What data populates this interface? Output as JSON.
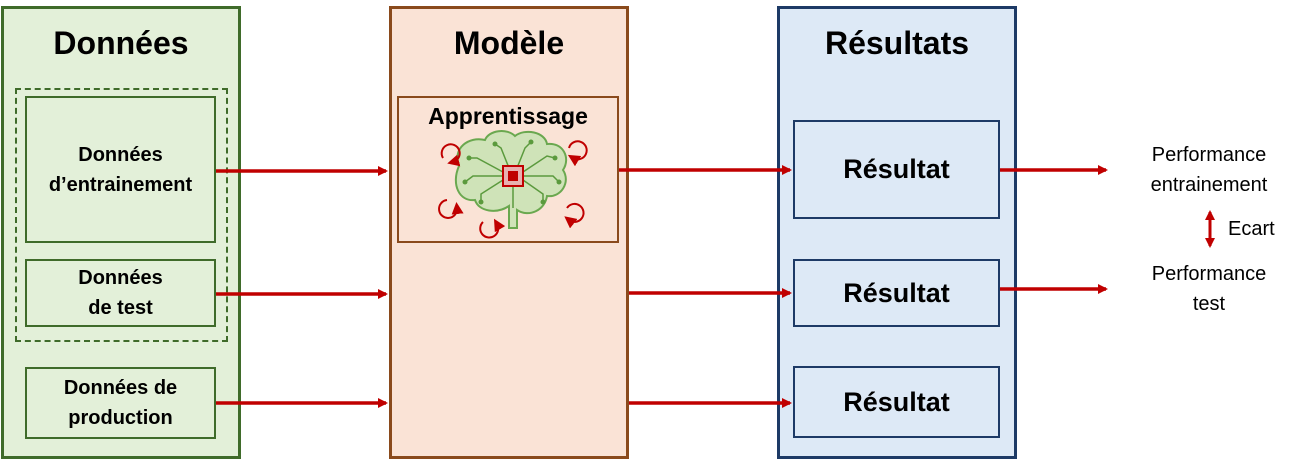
{
  "columns": {
    "donnees": {
      "title": "Données"
    },
    "modele": {
      "title": "Modèle"
    },
    "resultats": {
      "title": "Résultats"
    }
  },
  "donnees": {
    "train": {
      "line1": "Données",
      "line2": "d’entrainement"
    },
    "test": {
      "line1": "Données",
      "line2": "de test"
    },
    "production": {
      "line1": "Données de",
      "line2": "production"
    }
  },
  "modele": {
    "apprentissage_label": "Apprentissage",
    "icon": "brain-circuit-icon"
  },
  "resultats": {
    "items": [
      {
        "label": "Résultat"
      },
      {
        "label": "Résultat"
      },
      {
        "label": "Résultat"
      }
    ]
  },
  "performance": {
    "train": {
      "line1": "Performance",
      "line2": "entrainement"
    },
    "test": {
      "line1": "Performance",
      "line2": "test"
    },
    "gap_label": "Ecart"
  },
  "colors": {
    "arrow": "#c00000",
    "donnees_fill": "#e3f0d9",
    "modele_fill": "#fae3d6",
    "resultats_fill": "#dde9f6"
  }
}
